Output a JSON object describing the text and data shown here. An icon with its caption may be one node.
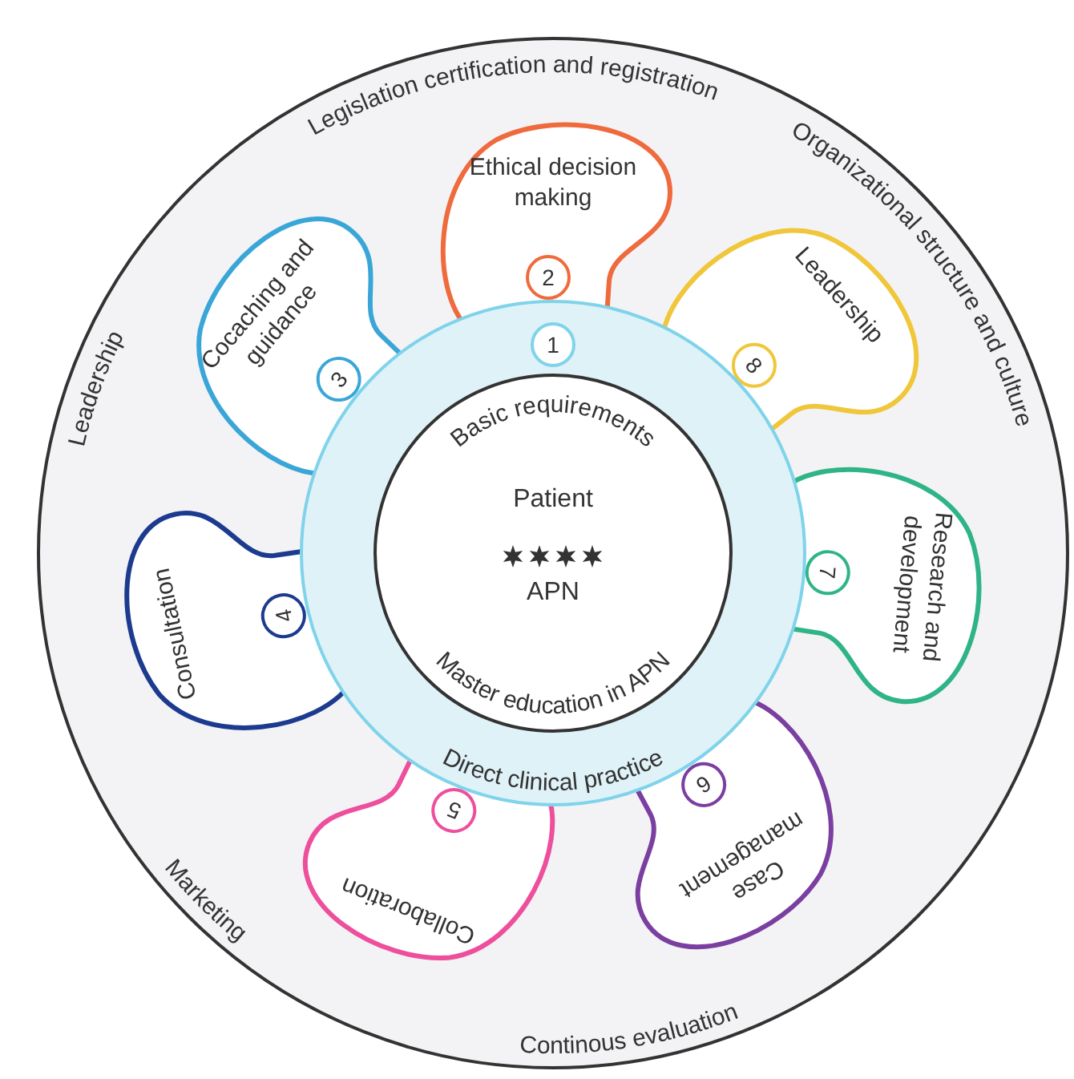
{
  "diagram": {
    "nodes": [
      {
        "text": [
          "Legislation certification and registration",
          "Organizational structure and culture",
          "Leadership",
          "Marketing",
          "Continous evaluation"
        ]
      },
      {
        "text": [
          "1",
          "Direct clinical practice"
        ],
        "in": 0
      },
      {
        "text": [
          "Basic requirements",
          "Patient",
          "APN",
          "Master education in APN"
        ],
        "in": 1
      },
      {
        "text": [
          "Ethical decision making",
          "2"
        ],
        "in": 0
      },
      {
        "text": [
          "Leadership",
          "8"
        ],
        "in": 0
      },
      {
        "text": [
          "Research and development",
          "7"
        ],
        "in": 0
      },
      {
        "text": [
          "Case management",
          "6"
        ],
        "in": 0
      },
      {
        "text": [
          "Collaboration",
          "5"
        ],
        "in": 0
      },
      {
        "text": [
          "Consultation",
          "4"
        ],
        "in": 0
      },
      {
        "text": [
          "Cocaching and guidance",
          "3"
        ],
        "in": 0
      }
    ],
    "edges": []
  }
}
